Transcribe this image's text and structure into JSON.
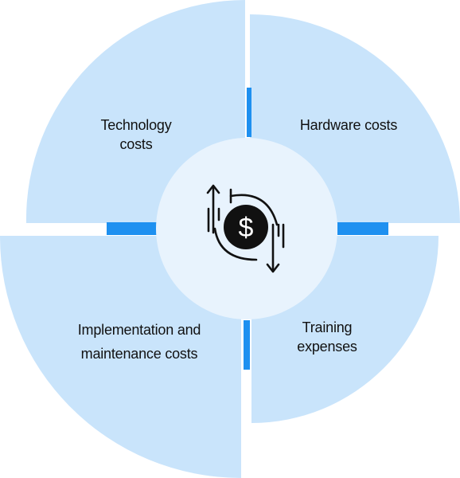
{
  "segments": [
    {
      "id": "technology",
      "lines": [
        "Technology",
        "costs"
      ]
    },
    {
      "id": "hardware",
      "lines": [
        "Hardware costs"
      ]
    },
    {
      "id": "implementation",
      "lines": [
        "Implementation and",
        "maintenance costs"
      ]
    },
    {
      "id": "training",
      "lines": [
        "Training",
        "expenses"
      ]
    }
  ],
  "colors": {
    "segment_fill": "#c9e4fb",
    "center_fill": "#e8f3fd",
    "accent_bar": "#1e90f0",
    "text": "#111111"
  },
  "center_icon": "money-cycle-icon"
}
